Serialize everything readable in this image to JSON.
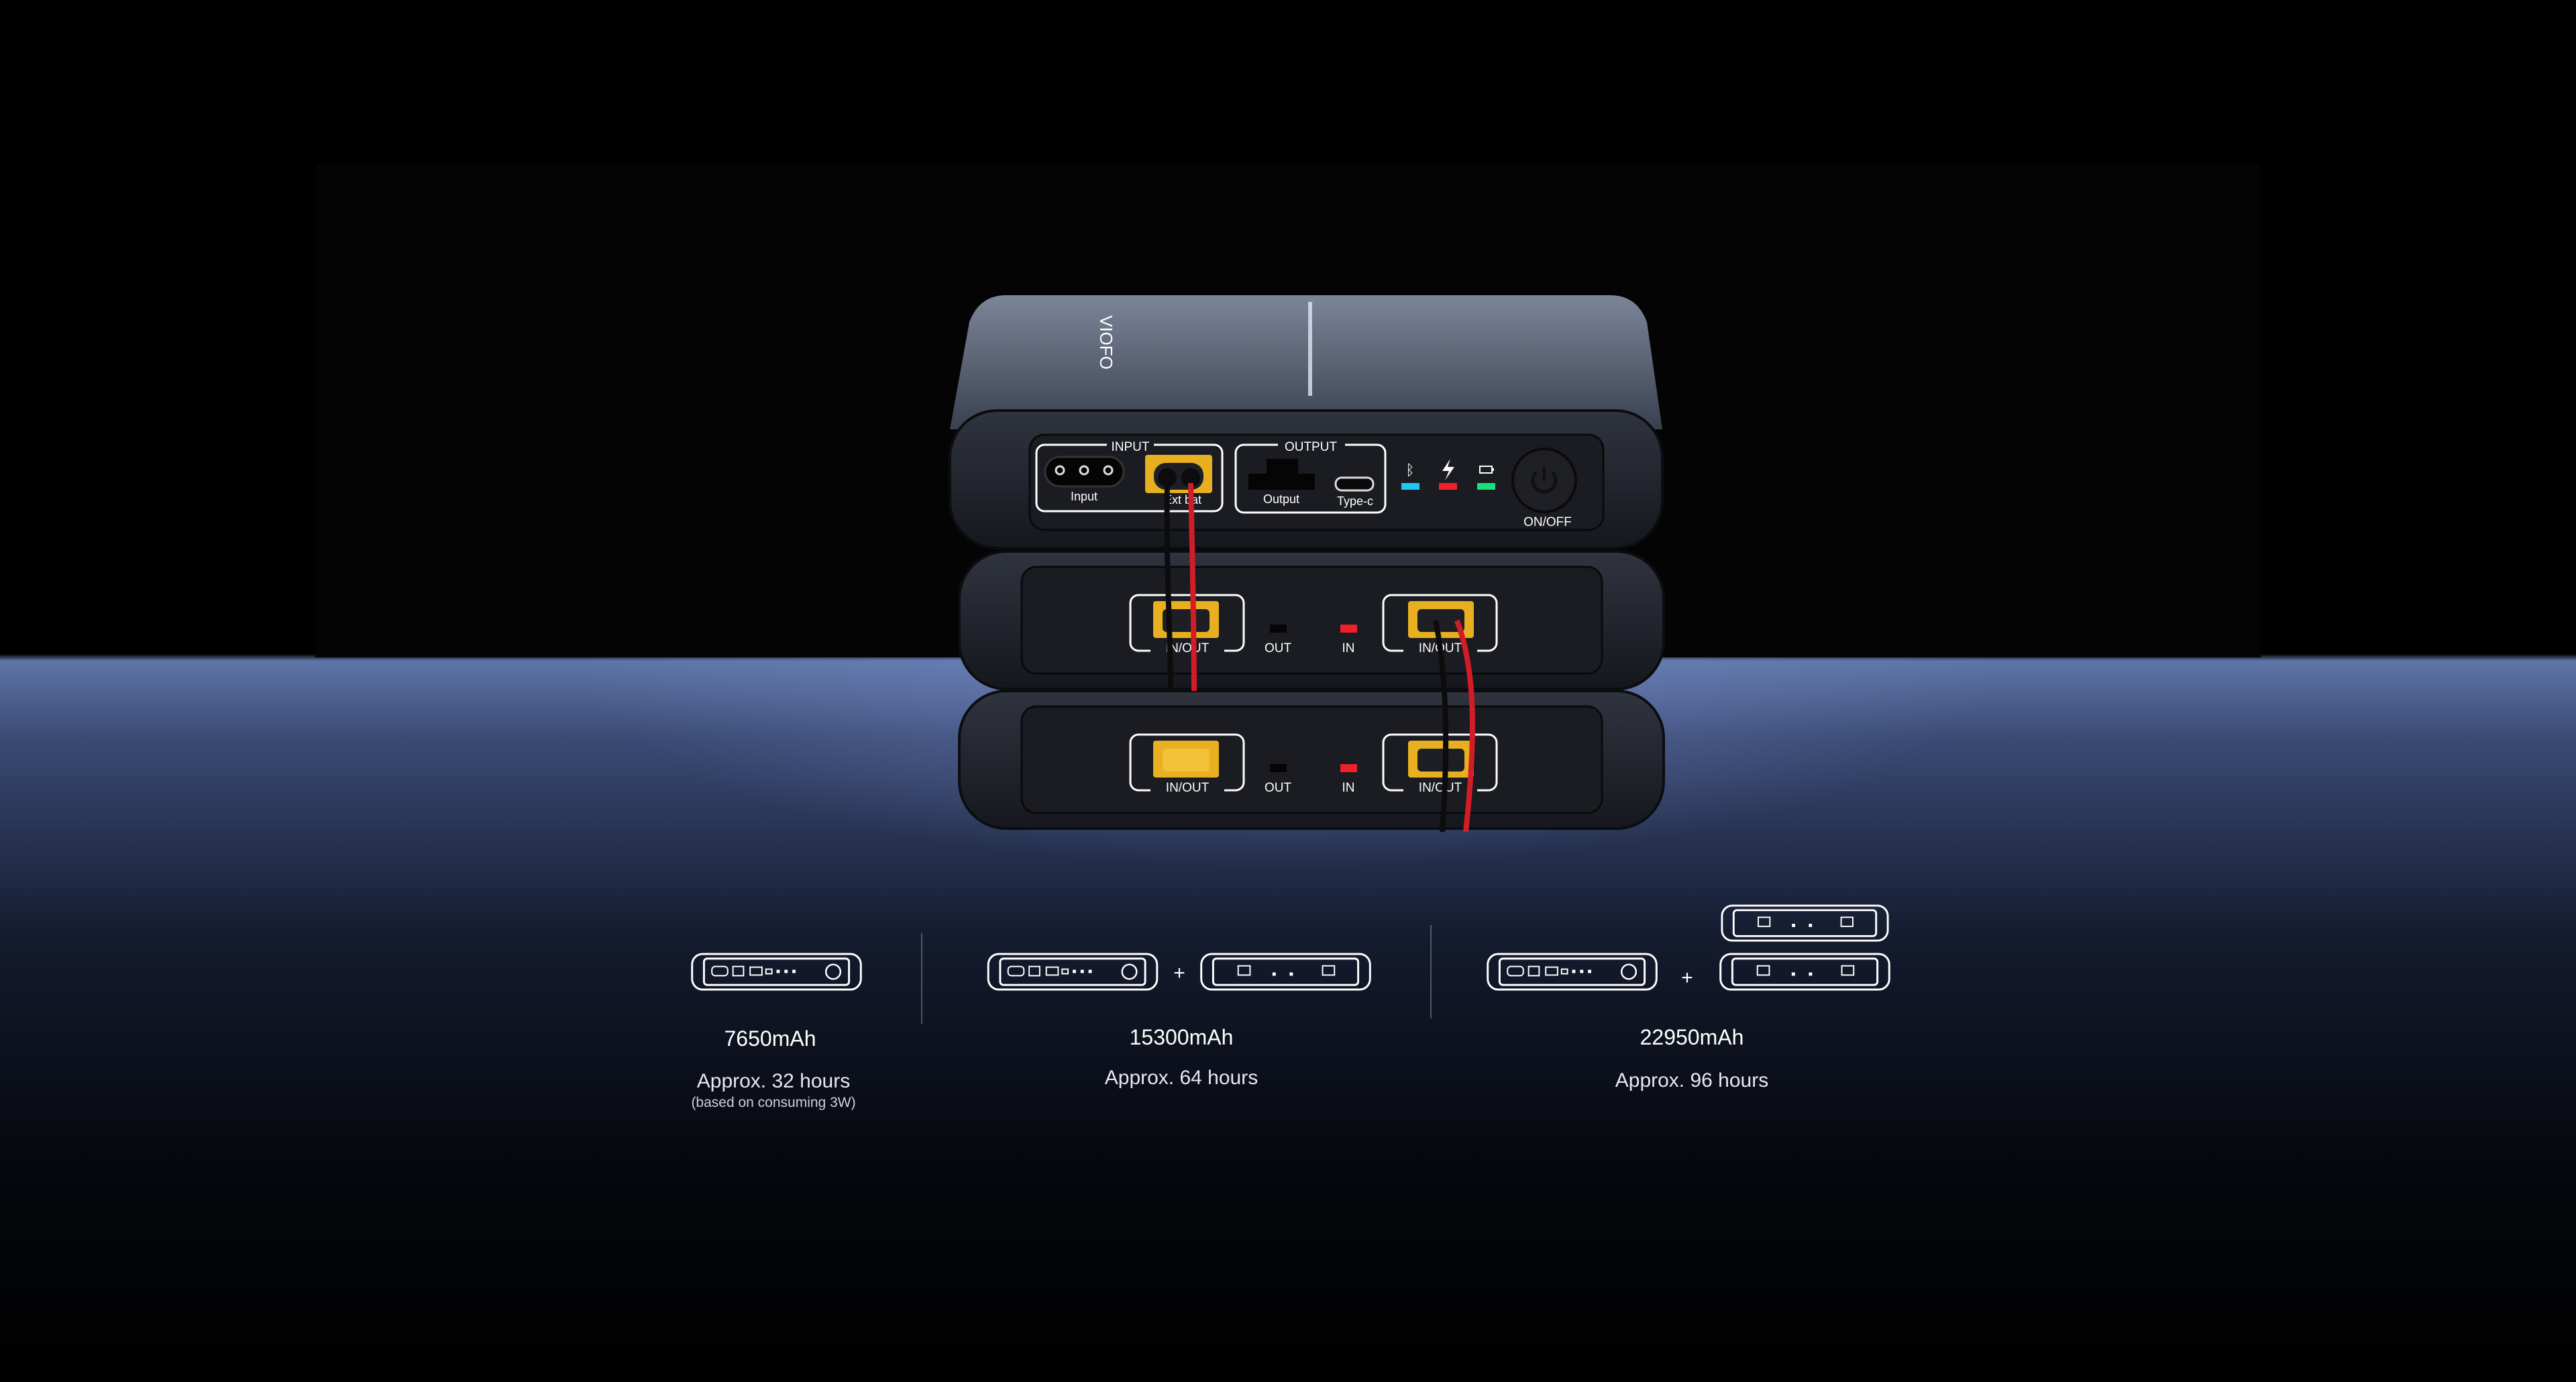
{
  "product": {
    "brand_logo": "VIOFO",
    "main_unit": {
      "input_group_label": "INPUT",
      "input_port_label": "Input",
      "ext_bat_label": "Ext bat",
      "output_group_label": "OUTPUT",
      "output_port_label": "Output",
      "typec_label": "Type-c",
      "power_label": "ON/OFF",
      "indicators": [
        {
          "icon": "bluetooth-icon",
          "color": "#1ec8f0"
        },
        {
          "icon": "lightning-icon",
          "color": "#f0202a"
        },
        {
          "icon": "battery-icon",
          "color": "#18e07a"
        }
      ]
    },
    "extension_unit": {
      "inout_label": "IN/OUT",
      "out_label": "OUT",
      "in_label": "IN",
      "out_led_color": "#050505",
      "in_led_color": "#f0202a"
    },
    "connector_color": "#e8b020"
  },
  "capacity_options": [
    {
      "capacity": "7650mAh",
      "duration": "Approx. 32 hours",
      "note": "(based on consuming 3W)"
    },
    {
      "capacity": "15300mAh",
      "duration": "Approx. 64 hours",
      "plus": "+"
    },
    {
      "capacity": "22950mAh",
      "duration": "Approx. 96 hours",
      "plus": "+"
    }
  ]
}
